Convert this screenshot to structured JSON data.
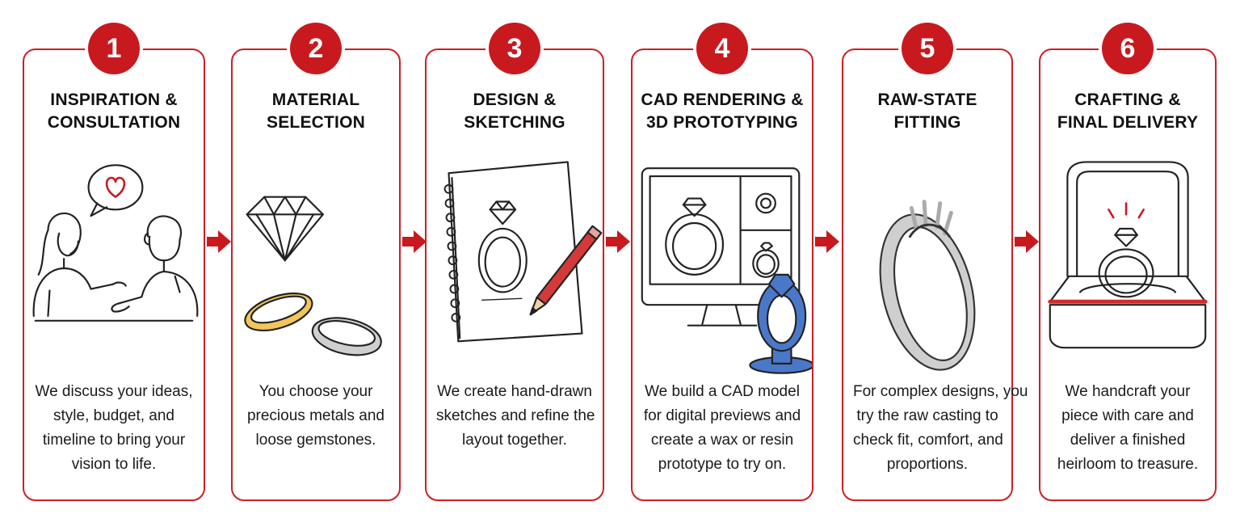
{
  "steps": [
    {
      "number": "1",
      "title_lines": [
        "INSPIRATION &",
        "CONSULTATION"
      ],
      "desc_lines": [
        "We discuss your ideas,",
        "style, budget, and",
        "timeline to bring your",
        "vision to life."
      ],
      "icon": "consultation-icon"
    },
    {
      "number": "2",
      "title_lines": [
        "MATERIAL",
        "SELECTION"
      ],
      "desc_lines": [
        "You choose your",
        "precious metals and",
        "loose gemstones."
      ],
      "icon": "gemstone-and-bands-icon"
    },
    {
      "number": "3",
      "title_lines": [
        "DESIGN &",
        "SKETCHING"
      ],
      "desc_lines": [
        "We create hand-drawn",
        "sketches and refine the",
        "layout together."
      ],
      "icon": "sketchbook-icon"
    },
    {
      "number": "4",
      "title_lines": [
        "CAD RENDERING &",
        "3D PROTOTYPING"
      ],
      "desc_lines": [
        "We build a CAD model",
        "for digital previews and",
        "create a wax or resin",
        "prototype to try on."
      ],
      "icon": "cad-monitor-icon"
    },
    {
      "number": "5",
      "title_lines": [
        "RAW-STATE",
        "FITTING"
      ],
      "desc_lines": [
        "For complex designs, you",
        "try the raw casting to",
        "check fit, comfort, and",
        "proportions."
      ],
      "icon": "raw-ring-icon"
    },
    {
      "number": "6",
      "title_lines": [
        "CRAFTING &",
        "FINAL DELIVERY"
      ],
      "desc_lines": [
        "We handcraft your",
        "piece with care and",
        "deliver a finished",
        "heirloom to treasure."
      ],
      "icon": "ring-box-icon"
    }
  ],
  "colors": {
    "accent": "#c8191f",
    "border": "#cc1f26",
    "gold": "#f2c65a",
    "silver": "#c9c9c9",
    "resin_blue": "#4a78c9",
    "box_red": "#d42b2b"
  }
}
